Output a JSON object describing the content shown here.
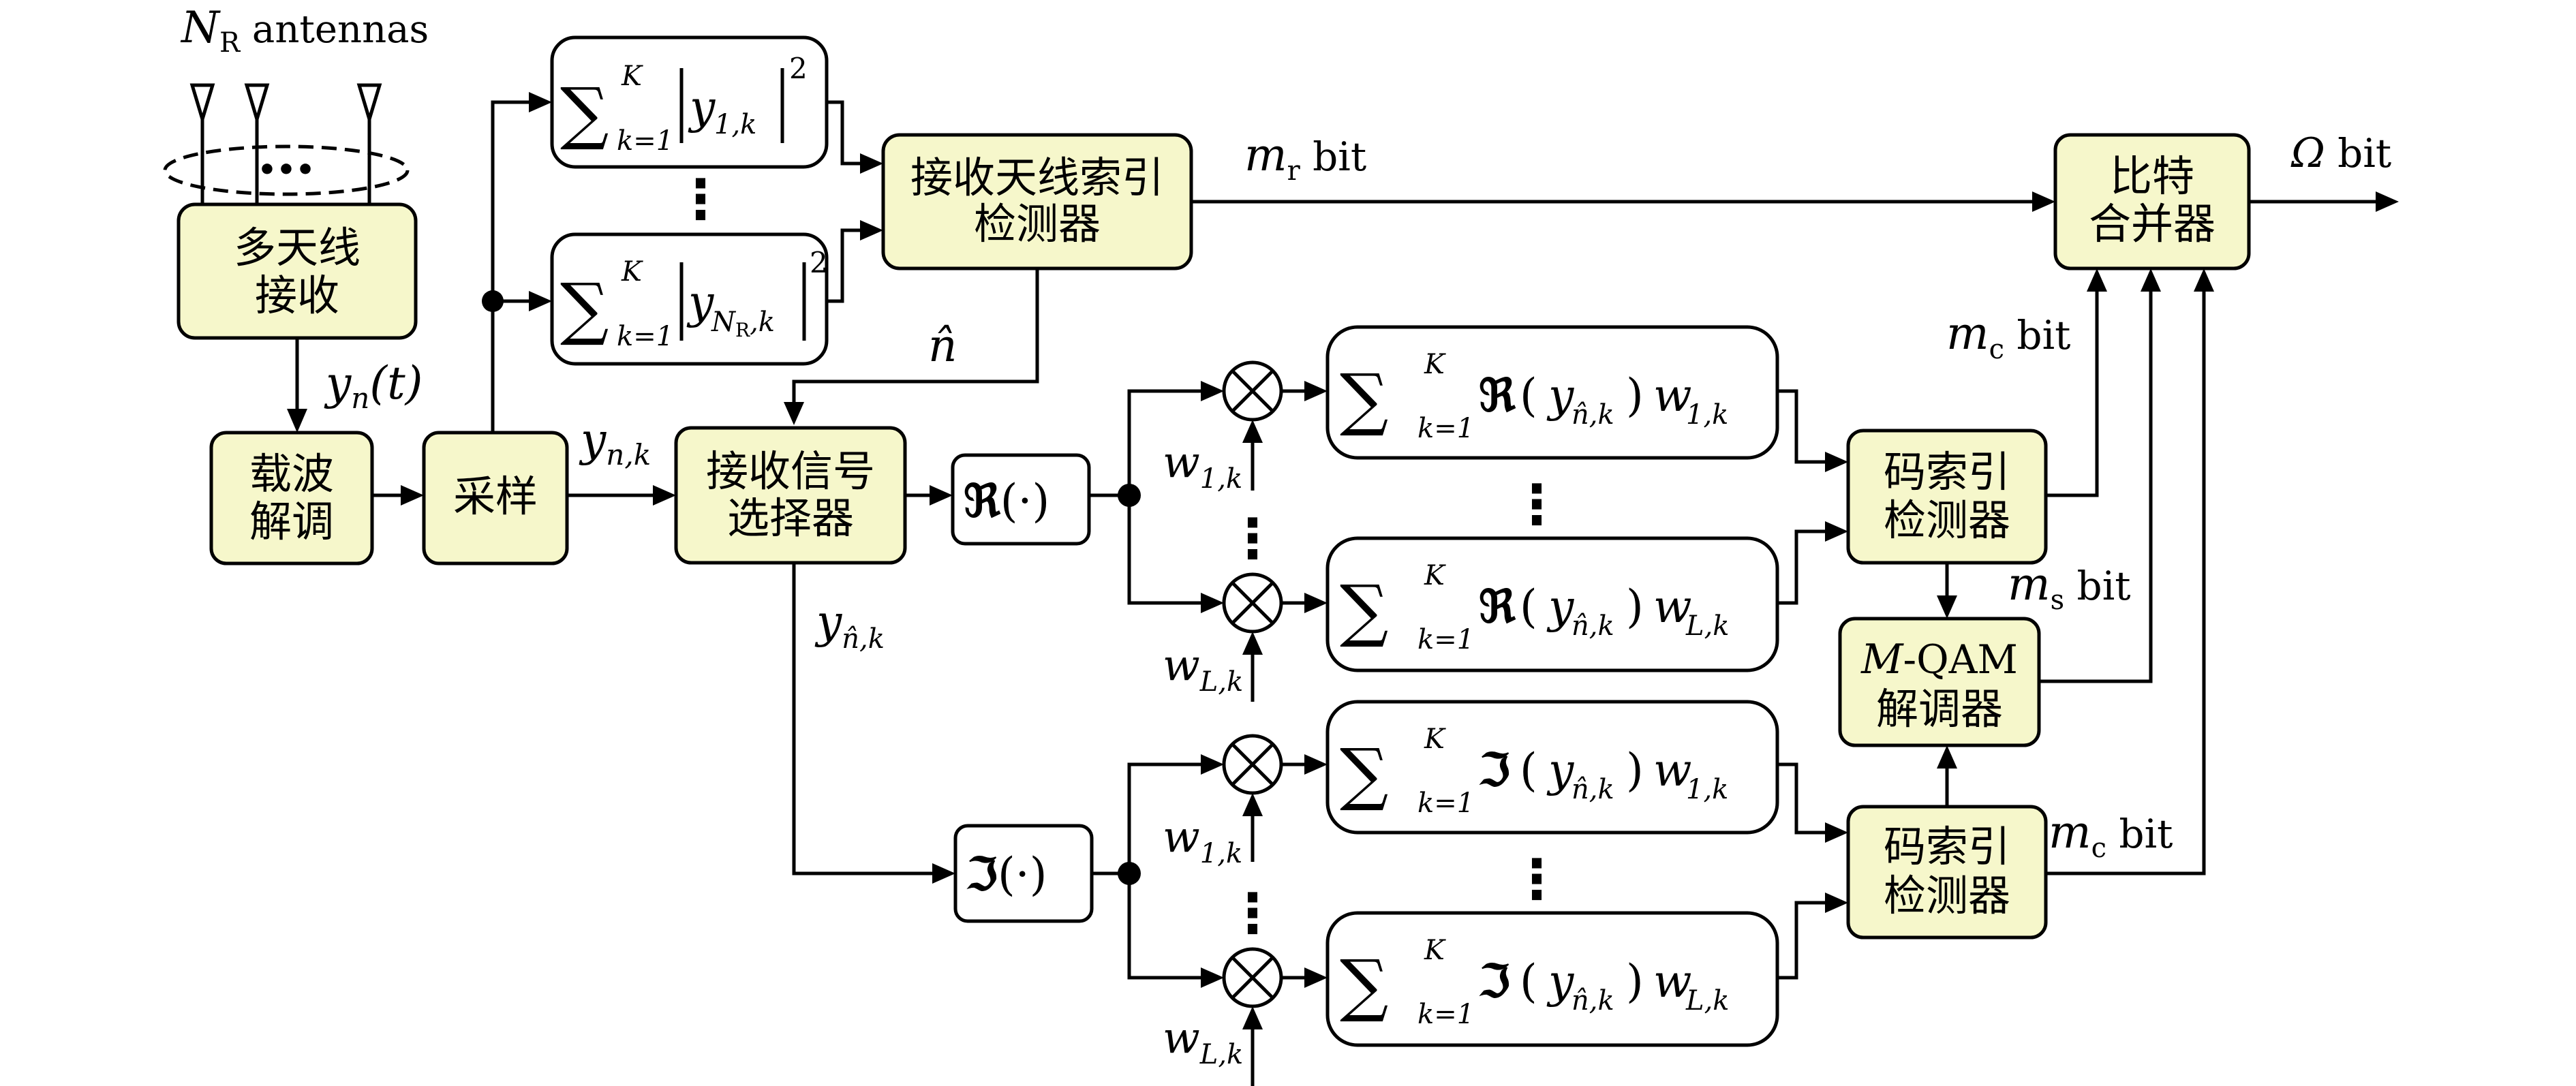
{
  "antenna_label": {
    "main": "N",
    "sub": "R",
    "suffix": " antennas"
  },
  "blocks": {
    "multi_antenna": [
      "多天线",
      "接收"
    ],
    "demod": [
      "载波",
      "解调"
    ],
    "sampling": "采样",
    "antenna_index_detector": [
      "接收天线索引",
      "检测器"
    ],
    "signal_selector": [
      "接收信号",
      "选择器"
    ],
    "bit_combiner": [
      "比特",
      "合并器"
    ],
    "code_index_detector_top": [
      "码索引",
      "检测器"
    ],
    "code_index_detector_bottom": [
      "码索引",
      "检测器"
    ],
    "qam_demod": {
      "line1_italic": "M",
      "line1_rest": "-QAM",
      "line2": "解调器"
    }
  },
  "energy_sums": {
    "sigma": "∑",
    "lower": "k=1",
    "upper": "K",
    "first": {
      "var": "y",
      "sub": "1,k",
      "exp": "2"
    },
    "last": {
      "var": "y",
      "sub": "N",
      "subsub": "R",
      "subend": ",k",
      "exp": "2"
    }
  },
  "real_part": {
    "op": "ℜ",
    "arg": "(·)"
  },
  "imag_part": {
    "op": "ℑ",
    "arg": "(·)"
  },
  "correlators": {
    "sigma": "∑",
    "lower": "k=1",
    "upper": "K",
    "y": "y",
    "y_sub": "n̂,k",
    "w": "w",
    "w1_sub": "1,k",
    "wL_sub": "L,k"
  },
  "signal_labels": {
    "yn_t": {
      "main": "y",
      "sub": "n",
      "arg": "(t)"
    },
    "ynk": {
      "main": "y",
      "sub": "n,k"
    },
    "n_hat": "n̂",
    "y_nhat_k": {
      "main": "y",
      "sub": "n̂,k"
    },
    "w1k": {
      "main": "w",
      "sub": "1,k"
    },
    "wLk": {
      "main": "w",
      "sub": "L,k"
    }
  },
  "bit_labels": {
    "mr": {
      "var": "m",
      "sub": "r",
      "unit": " bit"
    },
    "mc_top": {
      "var": "m",
      "sub": "c",
      "unit": " bit"
    },
    "ms": {
      "var": "m",
      "sub": "s",
      "unit": " bit"
    },
    "mc_bottom": {
      "var": "m",
      "sub": "c",
      "unit": " bit"
    },
    "omega": {
      "var": "Ω",
      "unit": " bit"
    }
  },
  "ellipsis": "⋮",
  "ellipsis_h": "•••"
}
